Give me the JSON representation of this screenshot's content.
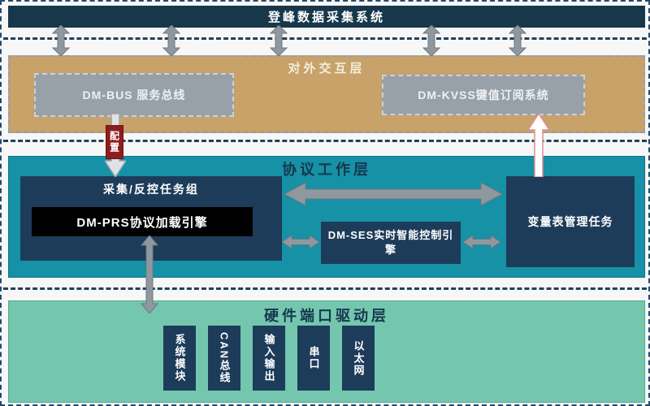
{
  "top_bar": {
    "title": "登峰数据采集系统"
  },
  "interaction_layer": {
    "title": "对外交互层",
    "dm_bus_label": "DM-BUS 服务总线",
    "dm_kvss_label": "DM-KVSS键值订阅系统"
  },
  "config_tag": {
    "label": "配置"
  },
  "protocol_layer": {
    "title": "协议工作层",
    "task_group_label": "采集/反控任务组",
    "prs_engine_label": "DM-PRS协议加载引擎",
    "ses_engine_label": "DM-SES实时智能控制引擎",
    "var_table_label": "变量表管理任务"
  },
  "hardware_layer": {
    "title": "硬件端口驱动层",
    "modules": [
      "系统模块",
      "CAN总线",
      "输入输出",
      "串口",
      "以太网"
    ]
  },
  "colors": {
    "top_bar_navy": "#17374a",
    "box_navy": "#1d3c5a",
    "teal_layer": "#1691a6",
    "tan_layer": "#c8a269",
    "mint_layer": "#74c6ae",
    "gray_box": "#98a0a8",
    "arrow_gray": "#8f989f",
    "red_tag": "#8f1d1d",
    "black_box": "#000000"
  }
}
